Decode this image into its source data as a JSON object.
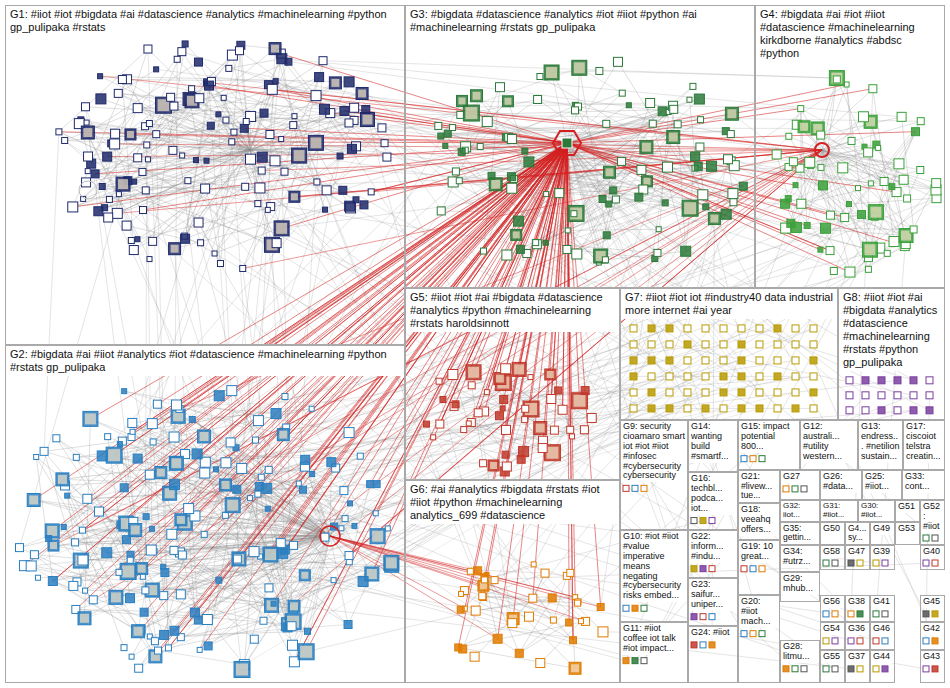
{
  "diagram": {
    "nodes": [
      {
        "text": [
          "G1: #iiot #iot #bigdata #ai #datascience #analytics #machinelearning #python gp_pulipaka #rstats"
        ]
      },
      {
        "text": [
          "G3: #bigdata #datascience #analytics #iot #iiot #python #ai #machinelearning #rstats gp_pulipaka"
        ]
      },
      {
        "text": [
          "G4: #bigdata #ai #iot #iiot #datascience #machinelearning kirkdborne #analytics #abdsc #python"
        ]
      },
      {
        "text": [
          "G2: #bigdata #ai #iiot #analytics #iot #datascience #machinelearning #python #rstats gp_pulipaka"
        ]
      },
      {
        "text": [
          "G5: #iiot #iot #ai #bigdata #datascience #analytics #python #machinelearning #rstats haroldsinnott"
        ]
      },
      {
        "text": [
          "G7: #iiot #iot iot #industry40 data industrial more internet #ai year"
        ]
      },
      {
        "text": [
          "G8: #iiot #iot #ai #bigdata #analytics #datascience #machinelearning #rstats #python gp_pulipaka"
        ]
      },
      {
        "text": [
          "G6: #ai #analytics #bigdata #rstats #iot #iiot #python #machinelearning analytics_699 #datascience"
        ]
      },
      {
        "text": [
          "G9: security cioamaro smart iot #iot #iiot #infosec #cybersecurity cybersecurity"
        ]
      },
      {
        "text": [
          "G10: #iot #iiot #value imperative means negating #cybersecurity risks embed..."
        ]
      },
      {
        "text": [
          "G11: #iiot coffee iot talk #iot impact..."
        ]
      },
      {
        "text": [
          "G14: wanting build #smartf..."
        ]
      },
      {
        "text": [
          "G16: techbl... podca... iot..."
        ]
      },
      {
        "text": [
          "G22: inform... #indu..."
        ]
      },
      {
        "text": [
          "G23: saifur... uniper..."
        ]
      },
      {
        "text": [
          "G24: #iiot"
        ]
      },
      {
        "text": [
          "G15: impact potential 800..."
        ]
      },
      {
        "text": [
          "G12: australi... #utility western..."
        ]
      },
      {
        "text": [
          "G13: endress... #netilion sustain..."
        ]
      },
      {
        "text": [
          "G17: ciscoiot telstra creatin..."
        ]
      },
      {
        "text": [
          "G21: #livew... tue..."
        ]
      },
      {
        "text": [
          "G18: veeahq offers..."
        ]
      },
      {
        "text": [
          "G19: 10 great..."
        ]
      },
      {
        "text": [
          "G20: #iiot mach..."
        ]
      },
      {
        "text": [
          "G27"
        ]
      },
      {
        "text": [
          "G26: #data..."
        ]
      },
      {
        "text": [
          "G25: #iiot..."
        ]
      },
      {
        "text": [
          "G33: cont..."
        ]
      },
      {
        "text": [
          "G32: iiot..."
        ]
      },
      {
        "text": [
          "G31: #iiot..."
        ]
      },
      {
        "text": [
          "G30: #iiot..."
        ]
      },
      {
        "text": [
          "G51"
        ]
      },
      {
        "text": [
          "G52: #iiot"
        ]
      },
      {
        "text": [
          "G35: gettin..."
        ]
      },
      {
        "text": [
          "G50"
        ]
      },
      {
        "text": [
          "G4... sy..."
        ]
      },
      {
        "text": [
          "G49"
        ]
      },
      {
        "text": [
          "G53"
        ]
      },
      {
        "text": [
          "G34: #utrz..."
        ]
      },
      {
        "text": [
          "G58"
        ]
      },
      {
        "text": [
          "G47"
        ]
      },
      {
        "text": [
          "G39"
        ]
      },
      {
        "text": [
          "G40"
        ]
      },
      {
        "text": [
          "G29: mhub..."
        ]
      },
      {
        "text": [
          "G56"
        ]
      },
      {
        "text": [
          "G38"
        ]
      },
      {
        "text": [
          "G41"
        ]
      },
      {
        "text": [
          "G45"
        ]
      },
      {
        "text": [
          "G54"
        ]
      },
      {
        "text": [
          "G36"
        ]
      },
      {
        "text": [
          "G46"
        ]
      },
      {
        "text": [
          "G42"
        ]
      },
      {
        "text": [
          "G28: litmu..."
        ]
      },
      {
        "text": [
          "G55"
        ]
      },
      {
        "text": [
          "G37"
        ]
      },
      {
        "text": [
          "G44"
        ]
      },
      {
        "text": [
          "G43"
        ]
      }
    ]
  }
}
